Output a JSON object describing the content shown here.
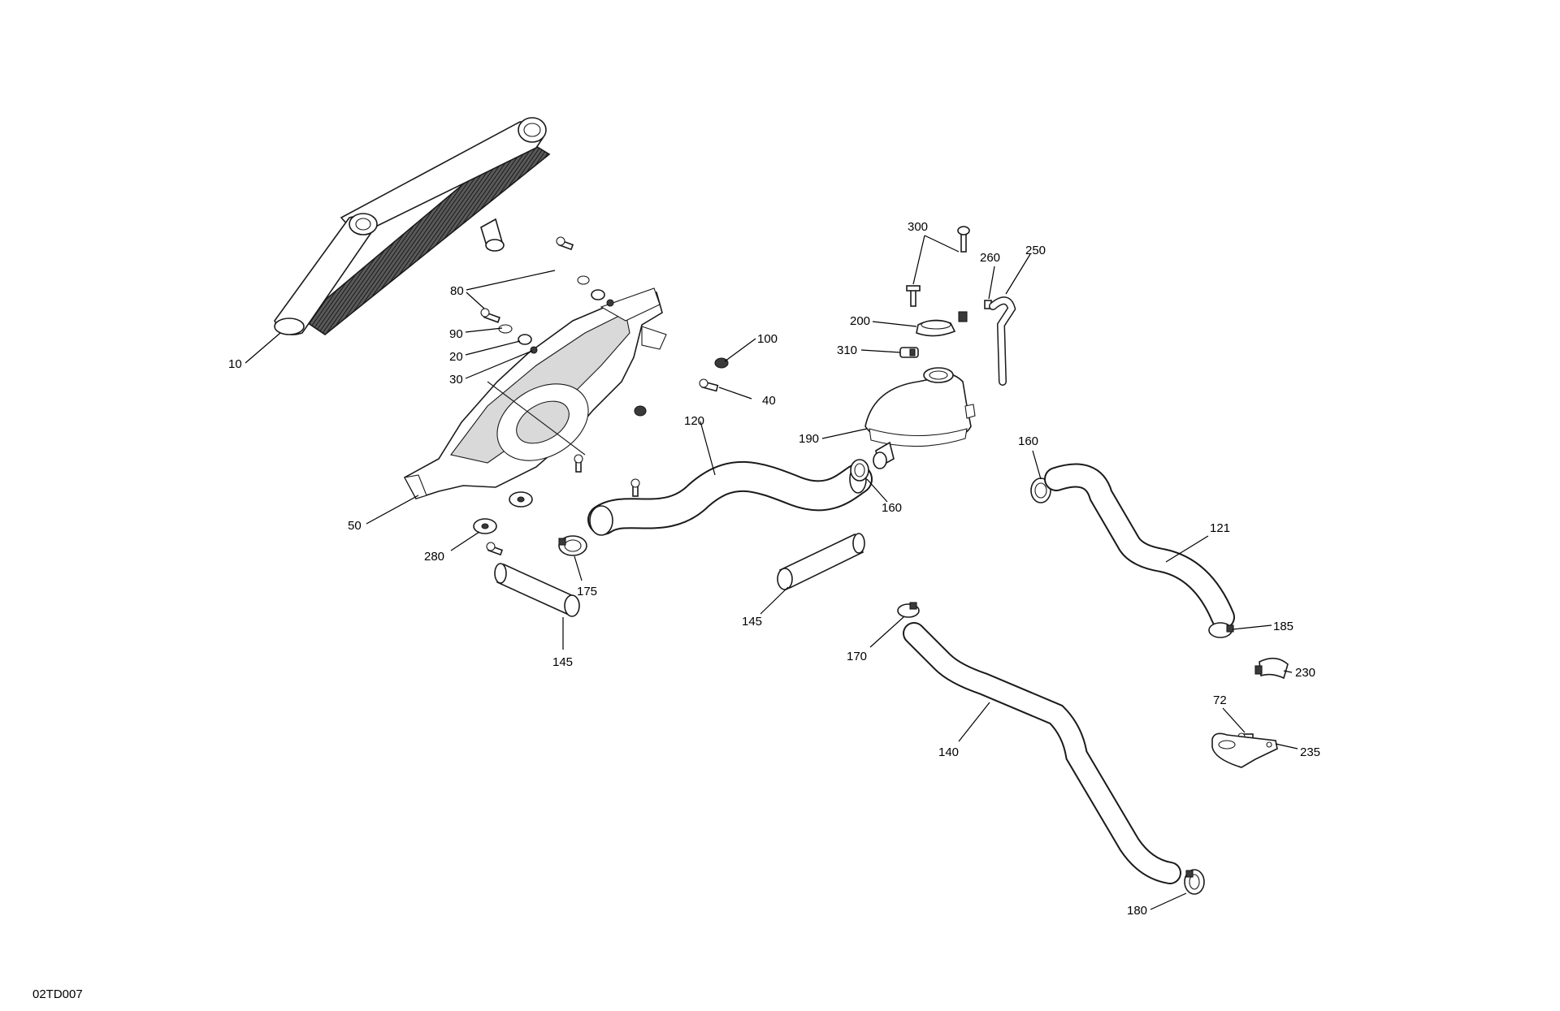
{
  "drawing_code": "02TD007",
  "colors": {
    "line": "#000000",
    "background": "#ffffff",
    "core": "#3a3a3a"
  },
  "part_labels": {
    "p10": "10",
    "p80": "80",
    "p90": "90",
    "p20": "20",
    "p30": "30",
    "p50": "50",
    "p100": "100",
    "p40": "40",
    "p280": "280",
    "p175": "175",
    "p145a": "145",
    "p145b": "145",
    "p120": "120",
    "p160a": "160",
    "p160b": "160",
    "p300": "300",
    "p260": "260",
    "p250": "250",
    "p200": "200",
    "p310": "310",
    "p190": "190",
    "p121": "121",
    "p185": "185",
    "p230": "230",
    "p170": "170",
    "p140": "140",
    "p72": "72",
    "p235": "235",
    "p180": "180"
  }
}
